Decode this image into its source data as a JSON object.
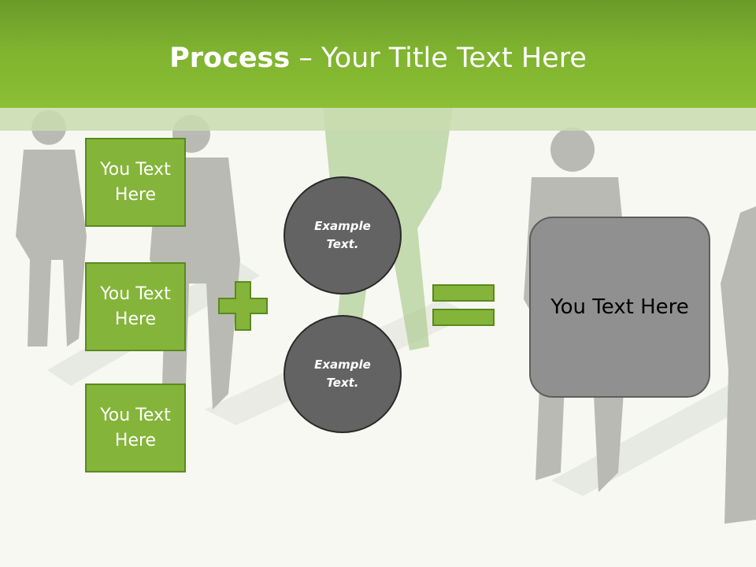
{
  "title": {
    "bold": "Process",
    "rest": " – Your Title Text Here"
  },
  "boxes": [
    {
      "label": "You Text Here"
    },
    {
      "label": "You Text Here"
    },
    {
      "label": "You Text Here"
    }
  ],
  "circles": [
    {
      "label": "Example Text."
    },
    {
      "label": "Example Text."
    }
  ],
  "result": {
    "label": "You Text Here"
  },
  "colors": {
    "accent": "#84b53a",
    "title_bar": "#7fb22f",
    "circle": "#636363",
    "result_box": "#909090"
  },
  "icons": {
    "plus": "plus-icon",
    "equals": "equals-icon"
  }
}
